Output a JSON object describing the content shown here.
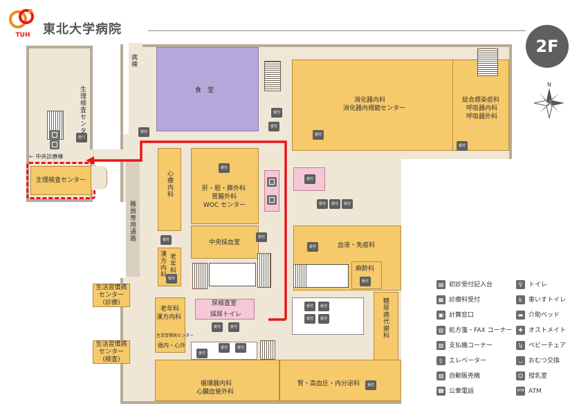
{
  "header": {
    "logo_mark": "TUH",
    "hospital_name": "東北大学病院",
    "floor": "2F"
  },
  "compass": {
    "north": "N"
  },
  "route": {
    "color": "#e8141b",
    "target_outline_color": "#e8141b"
  },
  "colors": {
    "room": "#f6c96a",
    "corridor": "#efe6d6",
    "cafeteria": "#b3a8d9",
    "brand": "#e8141b"
  },
  "labels": {
    "cafeteria": "食　堂",
    "byoto": "病棟",
    "seiri_vertical": "生理検査センター",
    "chuo_shinryo": "← 中央診療棟",
    "seiri_box": "生理検査センター",
    "shinryo_naika": "心療内科",
    "shokuin_tsuro": "職員専用通路",
    "kanzo_line1": "肝・胆・膵外科",
    "kanzo_line2": "胃腸外科",
    "kanzo_line3": "WOC センター",
    "chuo_saiketsu": "中央採血室",
    "kampo_vertical": "漢方内科",
    "ronen_vertical": "老年科",
    "shokaki_line1": "消化器内科",
    "shokaki_line2": "消化器内視鏡センター",
    "kansen_line1": "総合感染症科",
    "kansen_line2": "呼吸器内科",
    "kansen_line3": "呼吸器外科",
    "ketsueki": "血液・免疫科",
    "masui": "麻酔科",
    "tonyo_vertical": "糖尿病代謝科",
    "seikatsu_shinryo_line1": "生活習慣病",
    "seikatsu_shinryo_line2": "センター",
    "seikatsu_shinryo_line3": "(診療)",
    "seikatsu_kensa_line1": "生活習慣病",
    "seikatsu_kensa_line2": "センター",
    "seikatsu_kensa_line3": "(検査)",
    "ronen_kampo_line1": "老年科",
    "ronen_kampo_line2": "漢方内科",
    "seikatsu_small": "生活習慣病センター",
    "kannai_shingai": "循内・心外",
    "nyo_kensa": "尿検査室",
    "saiyo_toilet": "採尿トイレ",
    "junkanki_line1": "循環器内科",
    "junkanki_line2": "心臓血管外科",
    "jin_line": "腎・高血圧・内分泌科",
    "uketsuke_icon": "受付"
  },
  "legend": {
    "col1": [
      {
        "icon": "form-desk-icon",
        "label": "初診受付記入台"
      },
      {
        "icon": "reception-icon",
        "label": "診療科受付"
      },
      {
        "icon": "cashier-icon",
        "label": "計算窓口"
      },
      {
        "icon": "fax-icon",
        "label": "処方箋・FAX コーナー"
      },
      {
        "icon": "payment-machine-icon",
        "label": "支払機コーナー"
      },
      {
        "icon": "elevator-icon",
        "label": "エレベーター"
      },
      {
        "icon": "vending-icon",
        "label": "自動販売機"
      },
      {
        "icon": "phone-icon",
        "label": "公衆電話"
      }
    ],
    "col2": [
      {
        "icon": "toilet-icon",
        "label": "トイレ"
      },
      {
        "icon": "wheelchair-toilet-icon",
        "label": "車いすトイレ"
      },
      {
        "icon": "care-bed-icon",
        "label": "介助ベッド"
      },
      {
        "icon": "ostomate-icon",
        "label": "オストメイト"
      },
      {
        "icon": "baby-chair-icon",
        "label": "ベビーチェア"
      },
      {
        "icon": "diaper-icon",
        "label": "おむつ交換"
      },
      {
        "icon": "nursing-room-icon",
        "label": "授乳室"
      },
      {
        "icon": "atm-icon",
        "label": "ATM"
      }
    ]
  }
}
